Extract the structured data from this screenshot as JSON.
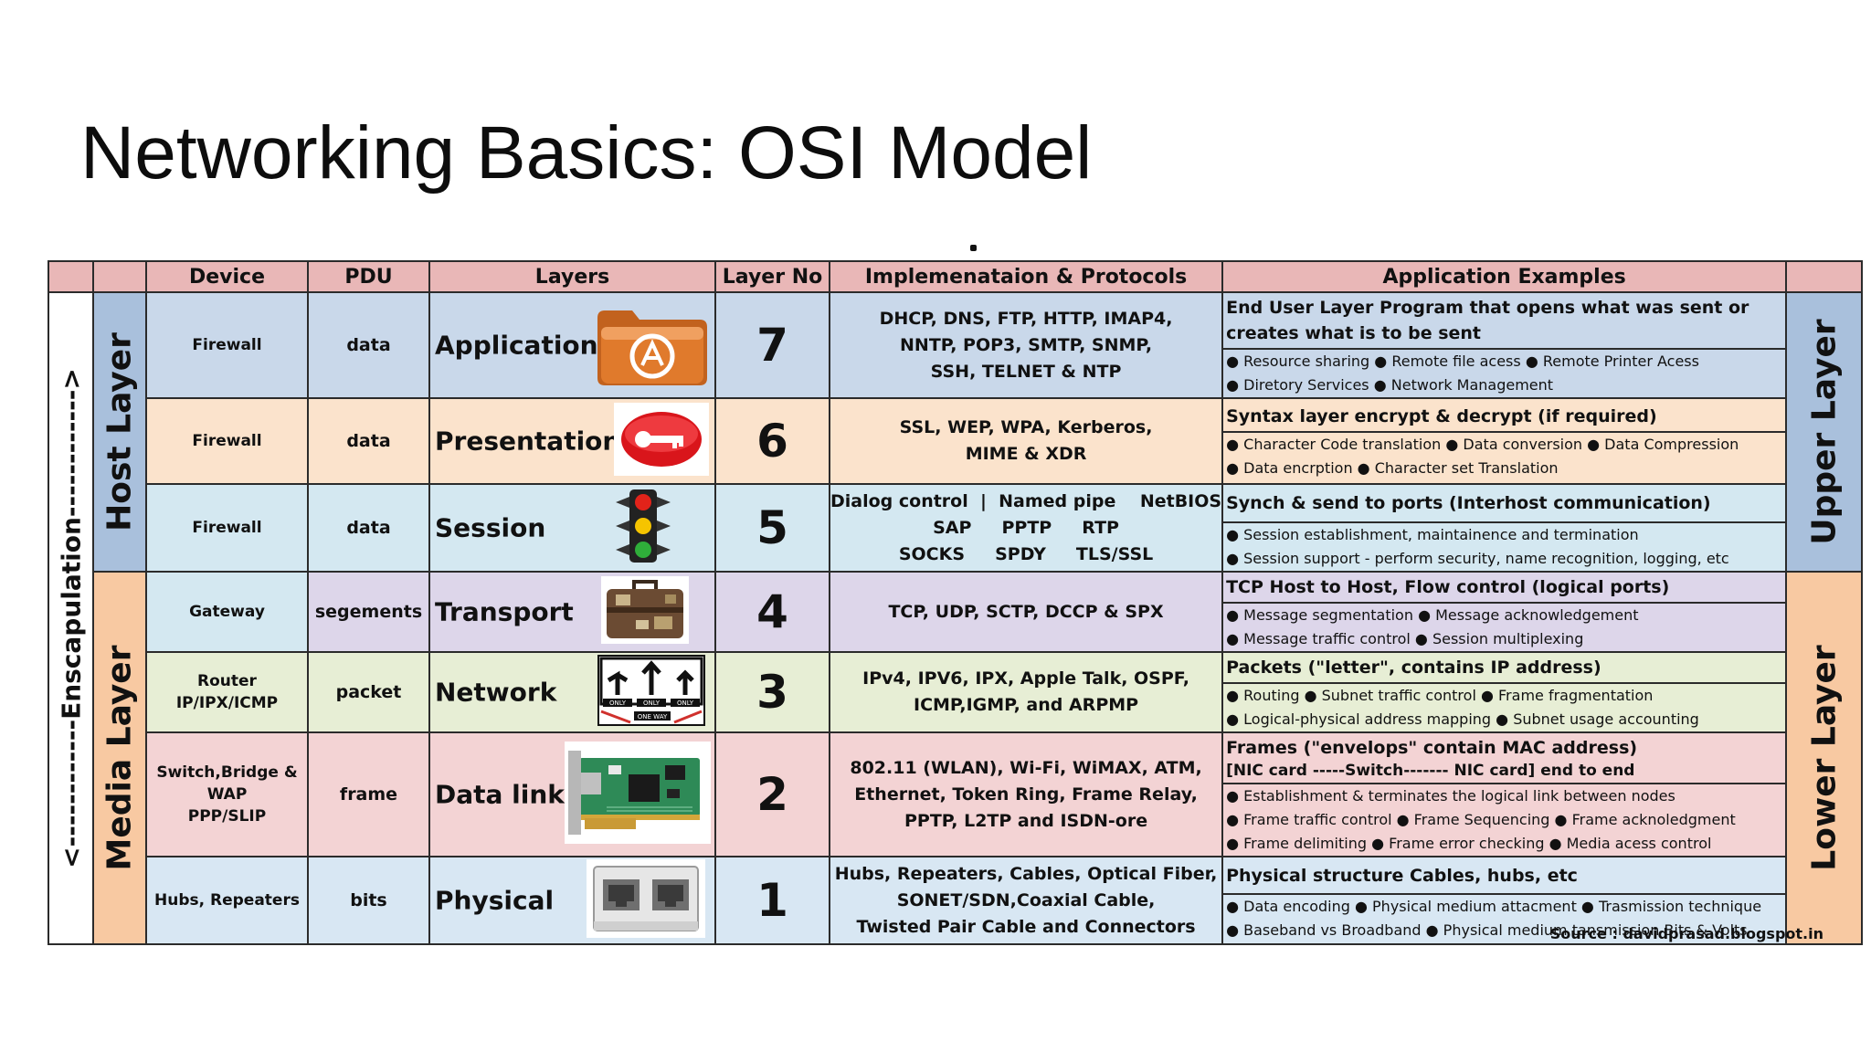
{
  "title": "Networking Basics: OSI Model",
  "headers": {
    "device": "Device",
    "pdu": "PDU",
    "layers": "Layers",
    "layer_no": "Layer No",
    "protocols": "Implemenataion & Protocols",
    "examples": "Application Examples"
  },
  "side": {
    "encapsulation": "<------------Enscapulation------------>",
    "host_layer": "Host Layer",
    "media_layer": "Media Layer",
    "upper_layer": "Upper Layer",
    "lower_layer": "Lower Layer"
  },
  "rows": [
    {
      "device": [
        "Firewall"
      ],
      "pdu": "data",
      "layer": "Application",
      "no": "7",
      "icon": "folder-app-icon",
      "protocols": [
        "DHCP, DNS, FTP, HTTP, IMAP4,",
        "NNTP, POP3, SMTP, SNMP,",
        "SSH, TELNET & NTP"
      ],
      "head": "End User Layer  Program that opens what was sent or creates what is to be sent",
      "bullets": [
        "● Resource sharing  ● Remote file acess  ● Remote Printer Acess",
        "● Diretory Services  ● Network Management"
      ]
    },
    {
      "device": [
        "Firewall"
      ],
      "pdu": "data",
      "layer": "Presentation",
      "no": "6",
      "icon": "key-icon",
      "protocols": [
        "SSL, WEP, WPA, Kerberos,",
        "MIME & XDR"
      ],
      "head": "Syntax layer  encrypt & decrypt (if required)",
      "bullets": [
        "● Character Code translation ● Data conversion ● Data Compression",
        "● Data encrption ● Character set Translation"
      ]
    },
    {
      "device": [
        "Firewall"
      ],
      "pdu": "data",
      "layer": "Session",
      "no": "5",
      "icon": "traffic-light-icon",
      "protocols": [
        "Dialog control  |  Named pipe    NetBIOS",
        "SAP     PPTP     RTP",
        "SOCKS     SPDY     TLS/SSL"
      ],
      "head": "Synch & send to ports (Interhost communication)",
      "bullets": [
        "● Session establishment, maintainence and termination",
        "● Session support  - perform security, name recognition, logging, etc"
      ]
    },
    {
      "device": [
        "Gateway"
      ],
      "pdu": "segements",
      "layer": "Transport",
      "no": "4",
      "icon": "suitcase-icon",
      "protocols": [
        "TCP, UDP, SCTP, DCCP & SPX"
      ],
      "head": "TCP Host to Host, Flow control (logical ports)",
      "bullets": [
        "● Message segmentation ● Message acknowledgement",
        "● Message traffic control ● Session multiplexing"
      ]
    },
    {
      "device": [
        "Router",
        "IP/IPX/ICMP"
      ],
      "pdu": "packet",
      "layer": "Network",
      "no": "3",
      "icon": "road-sign-icon",
      "sign_text": [
        "ONLY",
        "ONLY",
        "ONLY",
        "ONE WAY"
      ],
      "protocols": [
        "IPv4, IPV6, IPX, Apple Talk, OSPF,",
        "ICMP,IGMP, and ARPMP"
      ],
      "head": "Packets (\"letter\", contains IP address)",
      "bullets": [
        "● Routing ● Subnet traffic control ● Frame fragmentation",
        "● Logical-physical address mapping ● Subnet usage accounting"
      ]
    },
    {
      "device": [
        "Switch,Bridge &",
        "WAP",
        "PPP/SLIP"
      ],
      "pdu": "frame",
      "layer": "Data link",
      "no": "2",
      "icon": "network-card-icon",
      "protocols": [
        "802.11 (WLAN), Wi-Fi, WiMAX, ATM,",
        "Ethernet, Token Ring, Frame Relay,",
        "PPTP, L2TP and ISDN-ore"
      ],
      "head": "Frames (\"envelops\" contain MAC address)",
      "subhead": "[NIC card  -----Switch------- NIC card]  end to end",
      "bullets": [
        "● Establishment & terminates the logical link between nodes",
        "● Frame traffic control ● Frame Sequencing ● Frame acknoledgment",
        "● Frame delimiting ● Frame error checking ● Media acess control"
      ]
    },
    {
      "device": [
        "Hubs, Repeaters"
      ],
      "pdu": "bits",
      "layer": "Physical",
      "no": "1",
      "icon": "ethernet-jack-icon",
      "protocols": [
        "Hubs, Repeaters, Cables, Optical Fiber,",
        "SONET/SDN,Coaxial Cable,",
        "Twisted Pair Cable and Connectors"
      ],
      "head": "Physical structure Cables, hubs, etc",
      "bullets": [
        "● Data encoding ● Physical medium attacment ● Trasmission technique",
        " ● Baseband vs Broadband ● Physical medium tansmission Bits & Volts"
      ]
    }
  ],
  "source": "Source : davidprasad.blogspot.in"
}
